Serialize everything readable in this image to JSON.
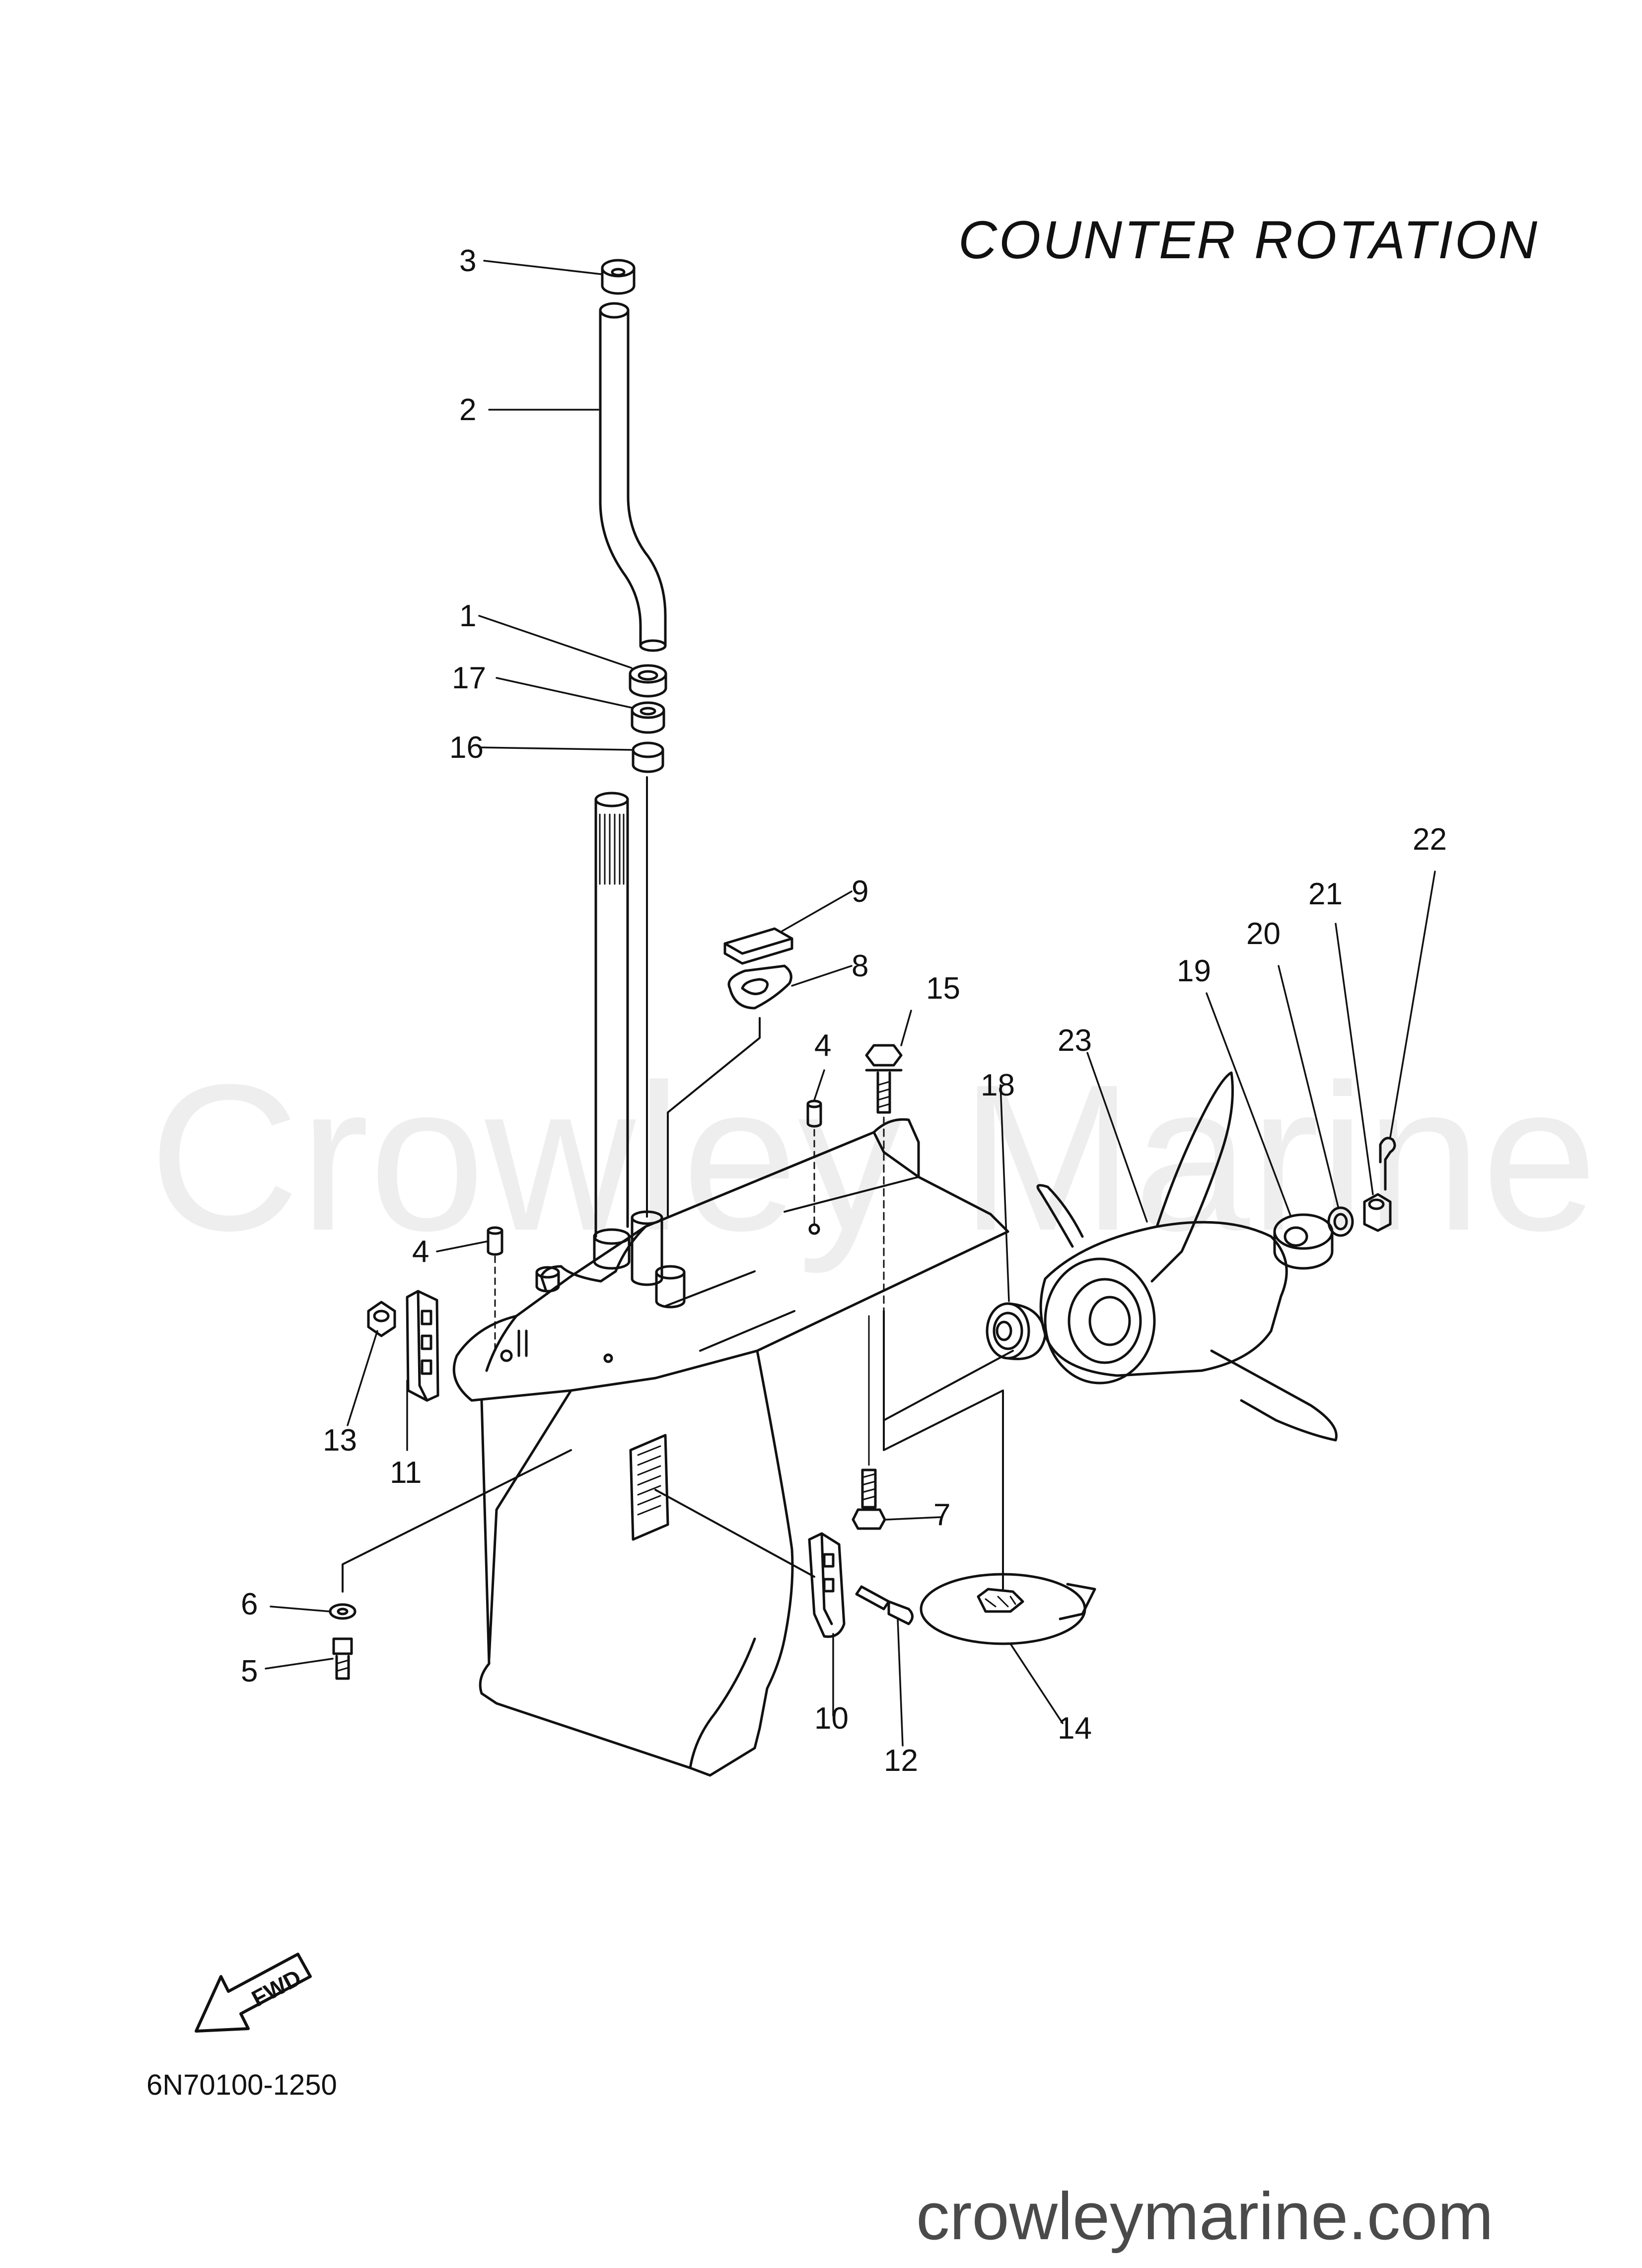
{
  "title": "COUNTER  ROTATION",
  "part_number": "6N70100-1250",
  "watermark": "Crowley Marine",
  "website": "crowleymarine.com",
  "fwd_label": "FWD",
  "callouts": {
    "c1": "1",
    "c2": "2",
    "c3": "3",
    "c4a": "4",
    "c4b": "4",
    "c5": "5",
    "c6": "6",
    "c7": "7",
    "c8": "8",
    "c9": "9",
    "c10": "10",
    "c11": "11",
    "c12": "12",
    "c13": "13",
    "c14": "14",
    "c15": "15",
    "c16": "16",
    "c17": "17",
    "c18": "18",
    "c19": "19",
    "c20": "20",
    "c21": "21",
    "c22": "22",
    "c23": "23"
  },
  "colors": {
    "line": "#111111",
    "watermark": "#eeeeee",
    "site_text": "#4a4a4a"
  }
}
